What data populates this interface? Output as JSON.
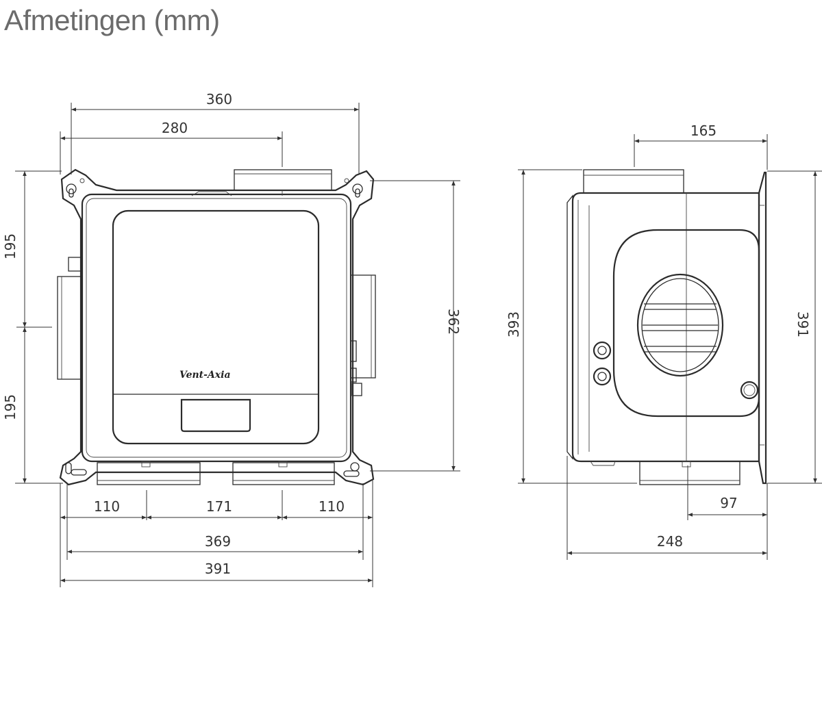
{
  "title": "Afmetingen (mm)",
  "logo": "Vent-Axia",
  "dimensions": {
    "front_view": {
      "top_outer_width": "360",
      "top_inner_width": "280",
      "left_upper_height": "195",
      "left_lower_height": "195",
      "right_height": "362",
      "bottom_left_spacing": "110",
      "bottom_middle_spacing": "171",
      "bottom_right_spacing": "110",
      "bottom_width_inner": "369",
      "bottom_width_outer": "391"
    },
    "side_view": {
      "top_width": "165",
      "left_height": "393",
      "right_height": "391",
      "bottom_offset": "97",
      "bottom_depth": "248"
    }
  }
}
